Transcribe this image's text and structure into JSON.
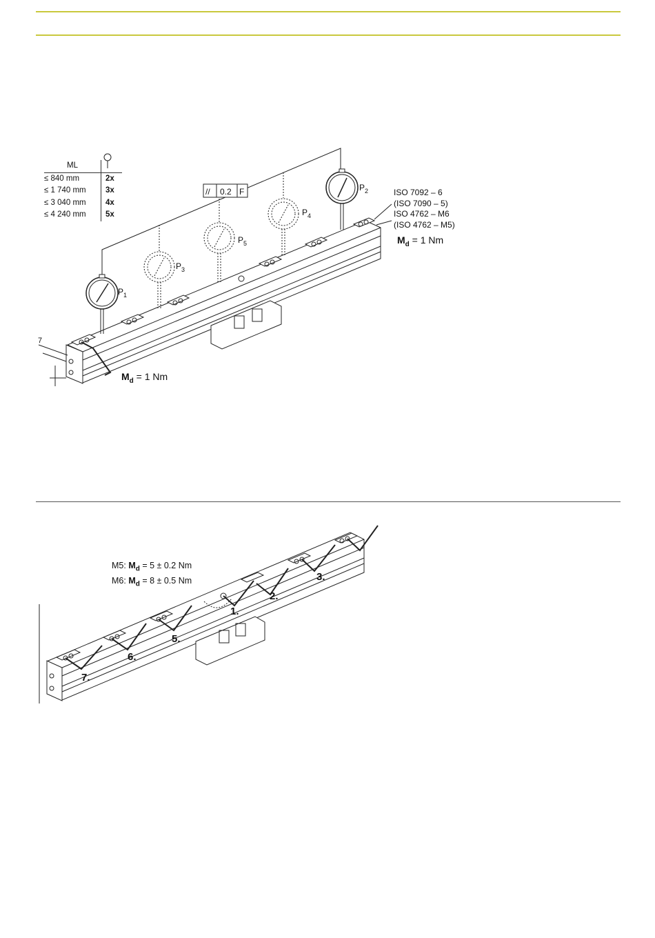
{
  "ml_table": {
    "header_ml": "ML",
    "header_icon": "dial-gauge-icon",
    "rows": [
      {
        "length": "≤   840 mm",
        "count": "2x"
      },
      {
        "length": "≤ 1 740 mm",
        "count": "3x"
      },
      {
        "length": "≤ 3 040 mm",
        "count": "4x"
      },
      {
        "length": "≤ 4 240 mm",
        "count": "5x"
      }
    ]
  },
  "tolerance_frame": {
    "symbol": "//",
    "value": "0.2",
    "datum": "F"
  },
  "gauges": {
    "p1": {
      "label": "P",
      "sub": "1"
    },
    "p2": {
      "label": "P",
      "sub": "2"
    },
    "p3": {
      "label": "P",
      "sub": "3"
    },
    "p4": {
      "label": "P",
      "sub": "4"
    },
    "p5": {
      "label": "P",
      "sub": "5"
    }
  },
  "iso_notes": {
    "line1": "ISO 7092 – 6",
    "line2": "(ISO 7090 – 5)",
    "line3": "ISO 4762 – M6",
    "line4": "(ISO 4762 – M5)"
  },
  "torque_top_right": {
    "symbol": "M",
    "sub": "d",
    "value": " = 1 Nm"
  },
  "torque_bottom_left": {
    "symbol": "M",
    "sub": "d",
    "value": " = 1 Nm"
  },
  "dimension_label": "7",
  "torque_spec": {
    "m5_prefix": "M5: ",
    "m5_symbol": "M",
    "m5_sub": "d",
    "m5_value": " = 5 ± 0.2 Nm",
    "m6_prefix": "M6: ",
    "m6_symbol": "M",
    "m6_sub": "d",
    "m6_value": " = 8 ± 0.5 Nm"
  },
  "tightening_sequence": [
    "1.",
    "2.",
    "3.",
    "5.",
    "6.",
    "7."
  ]
}
